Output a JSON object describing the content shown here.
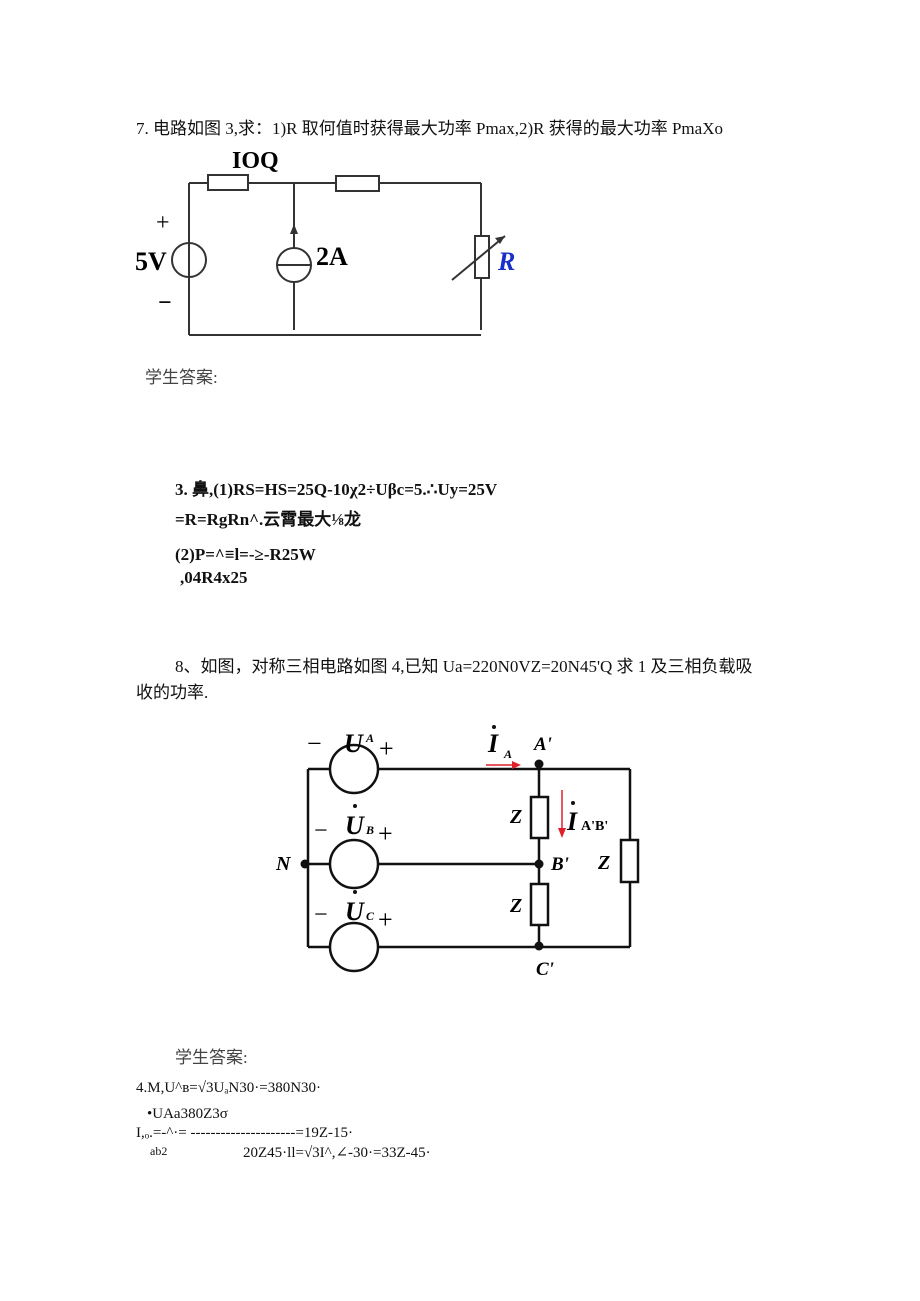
{
  "q7": {
    "question": "7. 电路如图 3,求：1)R 取何值时获得最大功率 Pmax,2)R 获得的最大功率 PmaXo",
    "figure": {
      "resistor_label": "IOQ",
      "plus": "+",
      "minus": "−",
      "voltage_source": "5V",
      "current_source": "2A",
      "load": "R"
    },
    "answer_label": "学生答案:",
    "answer_lines": [
      "3. 鼻,(1)RS=HS=25Q-10χ2÷Uβc=5.∴Uy=25V",
      "=R=RgRn^.云霄最大⅛龙",
      "(2)P=^≡l=-≥-R25W",
      ",04R4x25"
    ]
  },
  "q8": {
    "question_line1": "8、如图，对称三相电路如图 4,已知 Ua=220N0VZ=20N45'Q 求 1 及三相负载吸",
    "question_line2": "收的功率.",
    "figure": {
      "ua": "U",
      "ua_sub": "A",
      "ub": "U",
      "ub_sub": "B",
      "uc": "U",
      "uc_sub": "C",
      "plus": "+",
      "minus": "−",
      "n": "N",
      "ia": "I",
      "ia_sub": "A",
      "iab": "I",
      "iab_sub": "A'B'",
      "a": "A'",
      "b": "B'",
      "c": "C'",
      "z": "Z"
    },
    "answer_label": "学生答案:",
    "answer_lines": [
      "4.M,U^ʙ=√3UₐN30·=380N30·",
      "•UAa380Z3σ",
      "I,ₒ.=-^·= ---------------------=19Z-15·",
      "ab2",
      "20Z45·ll=√3I^,∠-30·=33Z-45·"
    ]
  },
  "colors": {
    "wire": "#222222",
    "load_label": "#1a2fc8",
    "current_arrow": "#e0202a"
  }
}
